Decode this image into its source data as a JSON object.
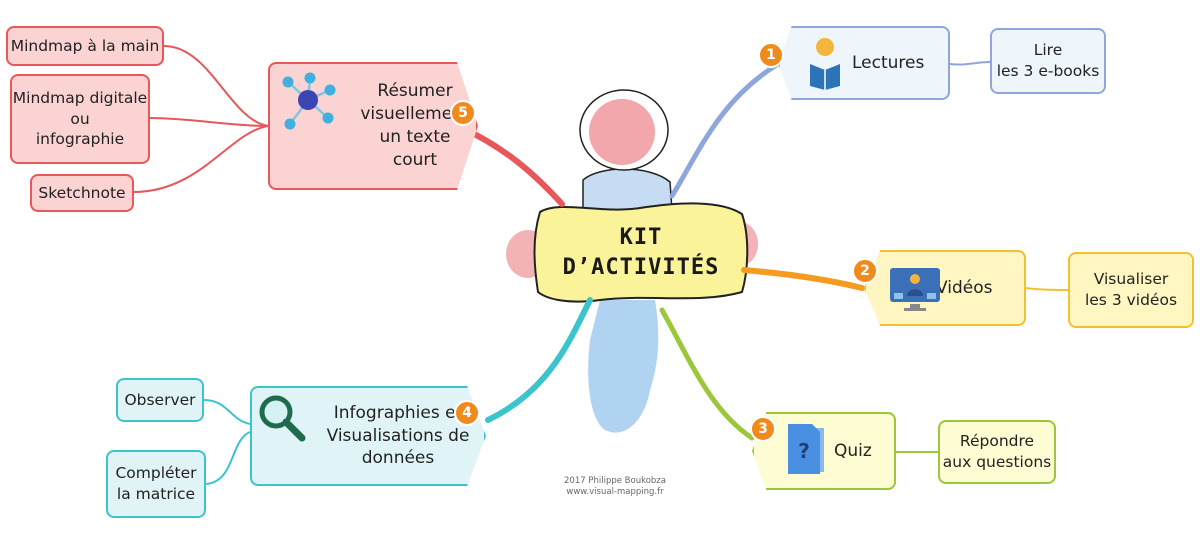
{
  "center": {
    "line1": "KIT",
    "line2": "D’ACTIVITÉS"
  },
  "branches": {
    "lectures": {
      "badge": "1",
      "label": "Lectures",
      "child": [
        "Lire",
        "les 3 e-books"
      ],
      "color": "#8fa6dd"
    },
    "videos": {
      "badge": "2",
      "label": "Vidéos",
      "child": [
        "Visualiser",
        "les 3 vidéos"
      ],
      "color": "#f39c1f"
    },
    "quiz": {
      "badge": "3",
      "label": "Quiz",
      "icon_glyph": "?",
      "child": [
        "Répondre",
        "aux questions"
      ],
      "color": "#9bc73a"
    },
    "infographies": {
      "badge": "4",
      "label": [
        "Infographies et",
        "Visualisations de",
        "données"
      ],
      "children": [
        [
          "Observer"
        ],
        [
          "Compléter",
          "la matrice"
        ]
      ],
      "color": "#3cc4cd"
    },
    "resumer": {
      "badge": "5",
      "label": [
        "Résumer",
        "visuellement",
        "un texte",
        "court"
      ],
      "children": [
        [
          "Mindmap à la main"
        ],
        [
          "Mindmap digitale",
          "ou",
          "infographie"
        ],
        [
          "Sketchnote"
        ]
      ],
      "color": "#e8575a"
    }
  },
  "icons": {
    "lectures": "reading-person-icon",
    "videos": "video-conference-icon",
    "quiz": "question-document-icon",
    "infographies": "magnifier-icon",
    "resumer": "network-nodes-icon"
  },
  "credit": {
    "line1": "2017 Philippe Boukobza",
    "line2": "www.visual-mapping.fr"
  }
}
